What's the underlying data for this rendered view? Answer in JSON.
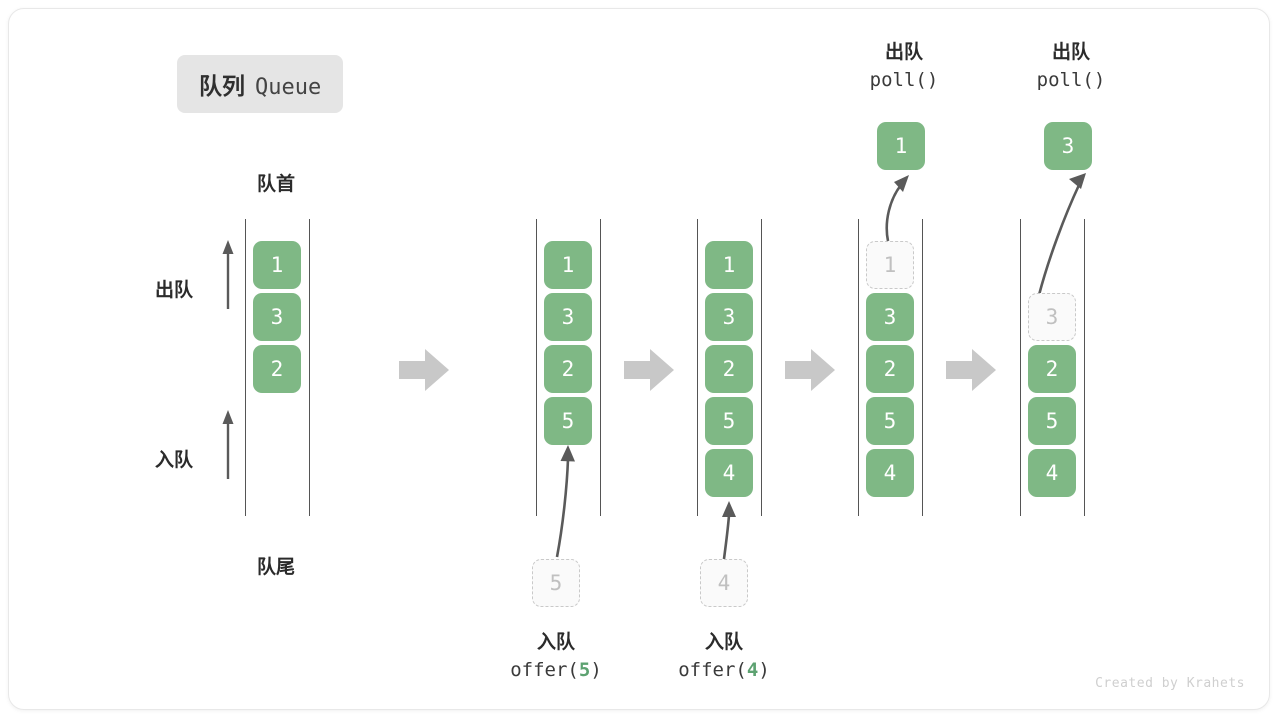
{
  "title": {
    "cn": "队列",
    "en": "Queue"
  },
  "colors": {
    "cell_fill": "#7fb885",
    "cell_text": "#ffffff",
    "ghost_fill": "#fafafa",
    "ghost_border": "#c9c9c9",
    "ghost_text": "#c0c0c0",
    "rail": "#555555",
    "arrow": "#5a5a5a",
    "step_arrow": "#c8c8c8",
    "label_text": "#2b2b2b",
    "badge_bg": "#e5e5e5",
    "accent_green": "#5da271"
  },
  "labels": {
    "front": "队首",
    "rear": "队尾",
    "dequeue_side": "出队",
    "enqueue_side": "入队"
  },
  "operations": {
    "offer5": {
      "cn": "入队",
      "fn": "offer(",
      "arg": "5",
      "close": ")"
    },
    "offer4": {
      "cn": "入队",
      "fn": "offer(",
      "arg": "4",
      "close": ")"
    },
    "poll1": {
      "cn": "出队",
      "code": "poll()"
    },
    "poll2": {
      "cn": "出队",
      "code": "poll()"
    }
  },
  "stages": [
    {
      "name": "initial",
      "cells": [
        {
          "value": "1",
          "state": "filled"
        },
        {
          "value": "3",
          "state": "filled"
        },
        {
          "value": "2",
          "state": "filled"
        }
      ],
      "incoming": null,
      "outgoing": null
    },
    {
      "name": "after-offer-5",
      "cells": [
        {
          "value": "1",
          "state": "filled"
        },
        {
          "value": "3",
          "state": "filled"
        },
        {
          "value": "2",
          "state": "filled"
        },
        {
          "value": "5",
          "state": "filled"
        }
      ],
      "incoming": {
        "value": "5",
        "state": "ghost"
      },
      "outgoing": null
    },
    {
      "name": "after-offer-4",
      "cells": [
        {
          "value": "1",
          "state": "filled"
        },
        {
          "value": "3",
          "state": "filled"
        },
        {
          "value": "2",
          "state": "filled"
        },
        {
          "value": "5",
          "state": "filled"
        },
        {
          "value": "4",
          "state": "filled"
        }
      ],
      "incoming": {
        "value": "4",
        "state": "ghost"
      },
      "outgoing": null
    },
    {
      "name": "after-poll-1",
      "cells": [
        {
          "value": "1",
          "state": "ghost"
        },
        {
          "value": "3",
          "state": "filled"
        },
        {
          "value": "2",
          "state": "filled"
        },
        {
          "value": "5",
          "state": "filled"
        },
        {
          "value": "4",
          "state": "filled"
        }
      ],
      "incoming": null,
      "outgoing": {
        "value": "1",
        "state": "filled"
      }
    },
    {
      "name": "after-poll-3",
      "cells": [
        {
          "value": "",
          "state": "empty"
        },
        {
          "value": "3",
          "state": "ghost"
        },
        {
          "value": "2",
          "state": "filled"
        },
        {
          "value": "5",
          "state": "filled"
        },
        {
          "value": "4",
          "state": "filled"
        }
      ],
      "incoming": null,
      "outgoing": {
        "value": "3",
        "state": "filled"
      }
    }
  ],
  "credit": "Created by Krahets"
}
